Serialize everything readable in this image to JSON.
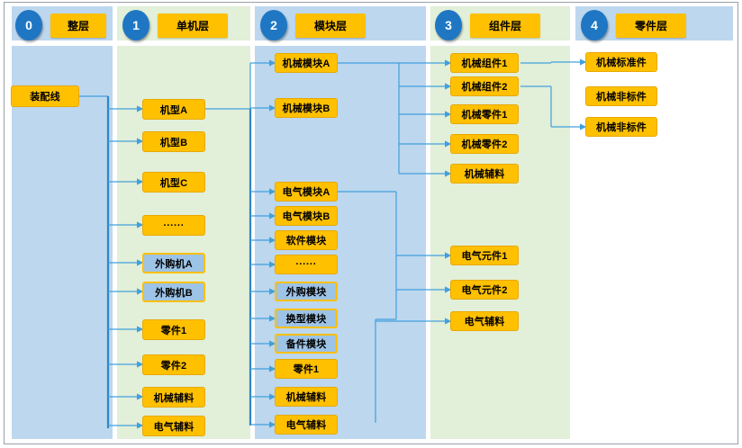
{
  "title_headers": [
    {
      "num": "0",
      "label": "整层",
      "band": "blue"
    },
    {
      "num": "1",
      "label": "单机层",
      "band": "green"
    },
    {
      "num": "2",
      "label": "模块层",
      "band": "blue"
    },
    {
      "num": "3",
      "label": "组件层",
      "band": "green"
    },
    {
      "num": "4",
      "label": "零件层",
      "band": "blue"
    }
  ],
  "colors": {
    "node_fill": "#ffc000",
    "node_alt_fill": "#9dc3e6",
    "circle_fill": "#1f77c4",
    "band_blue": "#bdd7ee",
    "band_green": "#e2efd9",
    "wire": "#41a0dd",
    "trunk": "#2e86c8"
  },
  "columns": {
    "col0": {
      "nodes": [
        {
          "label": "装配线",
          "type": "normal"
        }
      ]
    },
    "col1": {
      "nodes": [
        {
          "label": "机型A",
          "type": "normal"
        },
        {
          "label": "机型B",
          "type": "normal"
        },
        {
          "label": "机型C",
          "type": "normal"
        },
        {
          "label": "······",
          "type": "normal"
        },
        {
          "label": "外购机A",
          "type": "alt"
        },
        {
          "label": "外购机B",
          "type": "alt"
        },
        {
          "label": "零件1",
          "type": "normal"
        },
        {
          "label": "零件2",
          "type": "normal"
        },
        {
          "label": "机械辅料",
          "type": "normal"
        },
        {
          "label": "电气辅料",
          "type": "normal"
        }
      ]
    },
    "col2": {
      "nodes": [
        {
          "label": "机械模块A",
          "type": "normal"
        },
        {
          "label": "机械模块B",
          "type": "normal"
        },
        {
          "label": "电气模块A",
          "type": "normal"
        },
        {
          "label": "电气模块B",
          "type": "normal"
        },
        {
          "label": "软件模块",
          "type": "normal"
        },
        {
          "label": "······",
          "type": "normal"
        },
        {
          "label": "外购模块",
          "type": "alt"
        },
        {
          "label": "换型模块",
          "type": "alt"
        },
        {
          "label": "备件模块",
          "type": "alt"
        },
        {
          "label": "零件1",
          "type": "normal"
        },
        {
          "label": "机械辅料",
          "type": "normal"
        },
        {
          "label": "电气辅料",
          "type": "normal"
        }
      ]
    },
    "col3": {
      "nodes": [
        {
          "label": "机械组件1",
          "type": "normal"
        },
        {
          "label": "机械组件2",
          "type": "normal"
        },
        {
          "label": "机械零件1",
          "type": "normal"
        },
        {
          "label": "机械零件2",
          "type": "normal"
        },
        {
          "label": "机械辅料",
          "type": "normal"
        },
        {
          "label": "电气元件1",
          "type": "normal"
        },
        {
          "label": "电气元件2",
          "type": "normal"
        },
        {
          "label": "电气辅料",
          "type": "normal"
        }
      ]
    },
    "col4": {
      "nodes": [
        {
          "label": "机械标准件",
          "type": "normal"
        },
        {
          "label": "机械非标件",
          "type": "normal"
        },
        {
          "label": "机械非标件",
          "type": "normal"
        }
      ]
    }
  }
}
